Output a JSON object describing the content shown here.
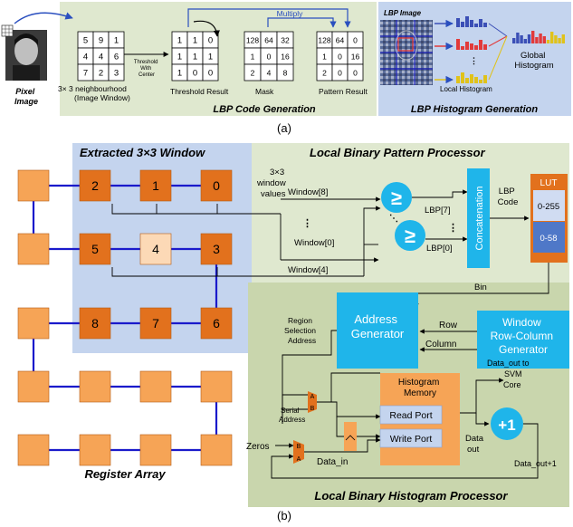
{
  "panel_a": {
    "pixel_image_label": "Pixel\nImage",
    "neighbourhood_values": [
      "5",
      "9",
      "1",
      "4",
      "4",
      "6",
      "7",
      "2",
      "3"
    ],
    "neighbourhood_caption_1": "3× 3 neighbourhood",
    "neighbourhood_caption_2": "(Image Window)",
    "threshold_note": [
      "Threshold",
      "With",
      "Center"
    ],
    "threshold_values": [
      "1",
      "1",
      "0",
      "1",
      "1",
      "1",
      "1",
      "0",
      "0"
    ],
    "threshold_caption": "Threshold Result",
    "mask_values": [
      "128",
      "64",
      "32",
      "1",
      "0",
      "16",
      "2",
      "4",
      "8"
    ],
    "mask_caption": "Mask",
    "multiply_label": "Multiply",
    "pattern_values": [
      "128",
      "64",
      "0",
      "1",
      "0",
      "16",
      "2",
      "0",
      "0"
    ],
    "pattern_caption": "Pattern Result",
    "code_gen_title": "LBP Code Generation",
    "lbp_image_label": "LBP Image",
    "global_histogram_label": "Global\nHistogram",
    "local_histogram_label": "Local Histogram",
    "hist_gen_title": "LBP Histogram Generation",
    "caption": "(a)"
  },
  "panel_b": {
    "extracted_window_title": "Extracted 3×3 Window",
    "register_values": [
      "2",
      "1",
      "0",
      "5",
      "4",
      "3",
      "8",
      "7",
      "6"
    ],
    "register_array_label": "Register Array",
    "window_values_label": [
      "3×3",
      "window",
      "values"
    ],
    "lbp_processor_title": "Local Binary Pattern Processor",
    "window8": "Window[8]",
    "window0": "Window[0]",
    "window4": "Window[4]",
    "ge_symbol": "≥",
    "lbp7": "LBP[7]",
    "lbp0": "LBP[0]",
    "concatenation": "Concatenation",
    "lbp_code": [
      "LBP",
      "Code"
    ],
    "lut_title": "LUT",
    "lut_row1": "0-255",
    "lut_row2": "0-58",
    "bin_label": "Bin",
    "region_selection": [
      "Region",
      "Selection",
      "Address"
    ],
    "address_generator": [
      "Address",
      "Generator"
    ],
    "row_label": "Row",
    "column_label": "Column",
    "rc_generator": [
      "Window",
      "Row-Column",
      "Generator"
    ],
    "mux_a": "A",
    "mux_b": "B",
    "serial_address": [
      "Serial",
      "Address"
    ],
    "histogram_memory": [
      "Histogram",
      "Memory"
    ],
    "read_port": "Read Port",
    "write_port": "Write Port",
    "data_out_svm": [
      "Data_out to",
      "SVM",
      "Core"
    ],
    "plus_one": "+1",
    "data_out": [
      "Data",
      "out"
    ],
    "data_out_plus1": "Data_out+1",
    "zeros": "Zeros",
    "data_in": "Data_in",
    "lbh_processor_title": "Local Binary Histogram Processor",
    "caption": "(b)"
  },
  "colors": {
    "green_panel": "#dfe8cf",
    "blue_panel": "#c4d4ee",
    "hist_green": "#c9d6ad",
    "cyan_block": "#1fb5ea",
    "orange_dark": "#e2711d",
    "orange_light": "#f6a456",
    "peach_center": "#fcd9b6",
    "bus_blue": "#1a1acb",
    "lut_top": "#d0dcf2",
    "lut_bottom": "#4f78c8"
  }
}
